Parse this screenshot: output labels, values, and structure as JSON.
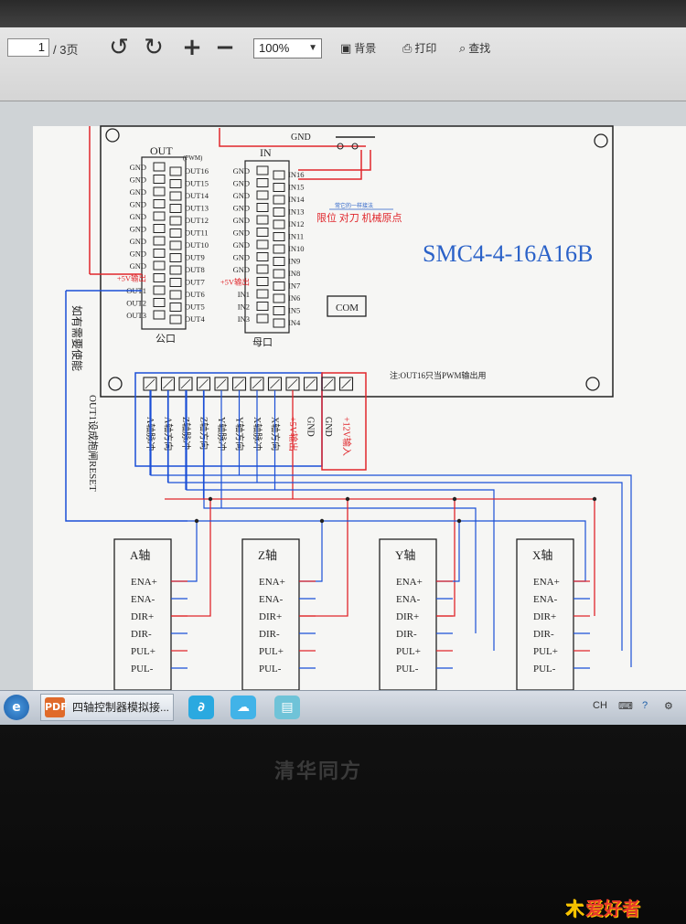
{
  "toolbar": {
    "page_value": "1",
    "page_total": "/ 3页",
    "zoom_value": "100%",
    "buttons": [
      {
        "label": "背景",
        "icon": "background-icon"
      },
      {
        "label": "打印",
        "icon": "print-icon"
      },
      {
        "label": "查找",
        "icon": "find-icon"
      }
    ]
  },
  "diagram": {
    "board_model": "SMC4-4-16A16B",
    "out_header": "OUT",
    "pwm_label": "(PWM)",
    "in_header": "IN",
    "top_gnd": "GND",
    "out_left_labels": [
      "GND",
      "GND",
      "GND",
      "GND",
      "GND",
      "GND",
      "GND",
      "GND",
      "GND",
      "+5V输出",
      "OUT1",
      "OUT2",
      "OUT3"
    ],
    "out_right_labels": [
      "OUT16",
      "OUT15",
      "OUT14",
      "OUT13",
      "OUT12",
      "OUT11",
      "OUT10",
      "OUT9",
      "OUT8",
      "OUT7",
      "OUT6",
      "OUT5",
      "OUT4"
    ],
    "in_left_labels": [
      "GND",
      "GND",
      "GND",
      "GND",
      "GND",
      "GND",
      "GND",
      "GND",
      "GND",
      "+5V输出",
      "IN1",
      "IN2",
      "IN3"
    ],
    "in_right_labels": [
      "IN16",
      "IN15",
      "IN14",
      "IN13",
      "IN12",
      "IN11",
      "IN10",
      "IN9",
      "IN8",
      "IN7",
      "IN6",
      "IN5",
      "IN4"
    ],
    "out_connector_name": "公口",
    "in_connector_name": "母口",
    "limit_note_small": "常它的一样接法",
    "limit_note": "限位 对刀  机械原点",
    "com_label": "COM",
    "pwm_note": "注:OUT16只当PWM输出用",
    "side_note_1": "如有需要使能",
    "side_note_2": "OUT1设成抱闸RESET",
    "terminal_labels": [
      "A轴脉冲",
      "A轴方向",
      "Z轴脉冲",
      "Z轴方向",
      "Y轴脉冲",
      "Y轴方向",
      "X轴脉冲",
      "X轴方向",
      "+5V输出",
      "GND",
      "GND",
      "+12V输入"
    ],
    "drivers": [
      {
        "title": "A轴",
        "pins": [
          "ENA+",
          "ENA-",
          "DIR+",
          "DIR-",
          "PUL+",
          "PUL-"
        ]
      },
      {
        "title": "Z轴",
        "pins": [
          "ENA+",
          "ENA-",
          "DIR+",
          "DIR-",
          "PUL+",
          "PUL-"
        ]
      },
      {
        "title": "Y轴",
        "pins": [
          "ENA+",
          "ENA-",
          "DIR+",
          "DIR-",
          "PUL+",
          "PUL-"
        ]
      },
      {
        "title": "X轴",
        "pins": [
          "ENA+",
          "ENA-",
          "DIR+",
          "DIR-",
          "PUL+",
          "PUL-"
        ]
      }
    ],
    "colors": {
      "blue_wire": "#1a4fd6",
      "red_wire": "#e0262b",
      "label_blue": "#2b62c8",
      "black": "#222222"
    }
  },
  "taskbar": {
    "task_title": "四轴控制器模拟接...",
    "tray_lang": "CH"
  },
  "monitor": {
    "brand": "清华同方"
  },
  "watermark": {
    "text": "爱好者",
    "mark": "木"
  }
}
